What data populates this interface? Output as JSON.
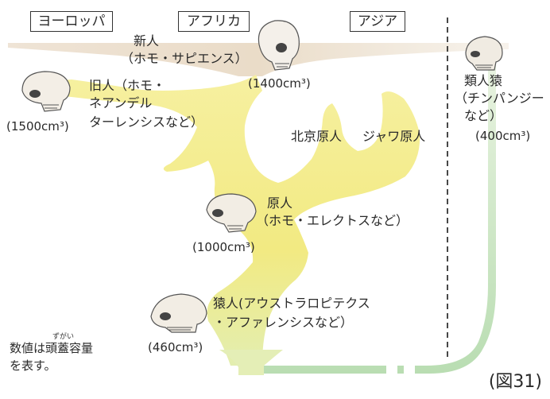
{
  "regions": {
    "europe": "ヨーロッパ",
    "africa": "アフリカ",
    "asia": "アジア"
  },
  "species": {
    "sapiens": {
      "line1": "新人",
      "line2": "（ホモ・サピエンス）",
      "volume": "(1400cm³)"
    },
    "neanderthal": {
      "line1": "旧人（ホモ・",
      "line2": "ネアンデル",
      "line3": "ターレンシスなど）",
      "volume": "(1500cm³)"
    },
    "erectus": {
      "line1": "原人",
      "line2": "（ホモ・エレクトスなど）",
      "volume": "(1000cm³)"
    },
    "australopithecus": {
      "line1": "猿人(アウストラロピテクス",
      "line2": "・アファレンシスなど）",
      "volume": "(460cm³)"
    },
    "apes": {
      "line1": "類人猿",
      "line2": "（チンパンジー",
      "line3": "など）",
      "volume": "(400cm³)"
    }
  },
  "branches": {
    "peking": "北京原人",
    "java": "ジャワ原人"
  },
  "note": {
    "line1": "数値は頭蓋容量",
    "line2": "を表す。",
    "ruby": "ずがい"
  },
  "figure_label": "(図31)",
  "colors": {
    "yellow": "#f3ec8a",
    "green": "#bfe0b8",
    "line": "#333333"
  }
}
